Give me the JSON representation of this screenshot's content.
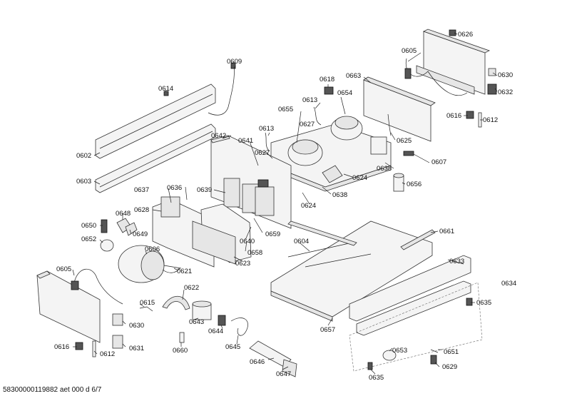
{
  "footer_text": "58300000119882 aet 000 d 6/7",
  "labels": {
    "p0626": "0626",
    "p0605a": "0605",
    "p0630a": "0630",
    "p0632": "0632",
    "p0616a": "0616",
    "p0612a": "0612",
    "p0609": "0609",
    "p0618": "0618",
    "p0663": "0663",
    "p0614": "0614",
    "p0613a": "0613",
    "p0654": "0654",
    "p0655": "0655",
    "p0627a": "0627",
    "p0613b": "0613",
    "p0625": "0625",
    "p0642": "0642",
    "p0641": "0641",
    "p0627b": "0627",
    "p0607": "0607",
    "p0602": "0602",
    "p0638a": "0638",
    "p0624a": "0624",
    "p0603": "0603",
    "p0656": "0656",
    "p0637": "0637",
    "p0636": "0636",
    "p0639": "0639",
    "p0638b": "0638",
    "p0624b": "0624",
    "p0628": "0628",
    "p0648": "0648",
    "p0650": "0650",
    "p0649": "0649",
    "p0661": "0661",
    "p0652": "0652",
    "p0659": "0659",
    "p0604": "0604",
    "p0606": "0606",
    "p0640": "0640",
    "p0658": "0658",
    "p0623": "0623",
    "p0633": "0633",
    "p0621": "0621",
    "p0605b": "0605",
    "p0634": "0634",
    "p0622": "0622",
    "p0615": "0615",
    "p0635a": "0635",
    "p0643": "0643",
    "p0630b": "0630",
    "p0644": "0644",
    "p0657": "0657",
    "p0645": "0645",
    "p0616b": "0616",
    "p0612b": "0612",
    "p0631": "0631",
    "p0660": "0660",
    "p0653": "0653",
    "p0651": "0651",
    "p0646": "0646",
    "p0629": "0629",
    "p0647": "0647",
    "p0635b": "0635"
  }
}
